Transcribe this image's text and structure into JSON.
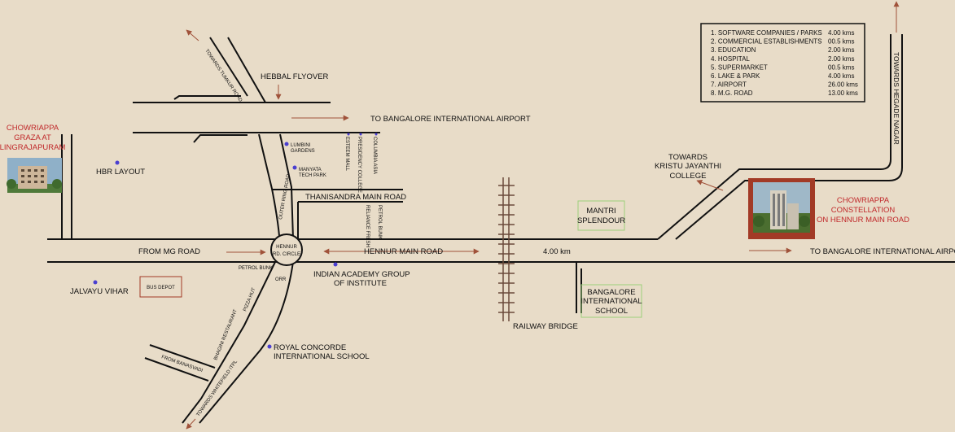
{
  "labels": {
    "hebbal_flyover": "HEBBAL FLYOVER",
    "towards_tumkur_road": "TOWARDS TUMKUR ROAD",
    "to_bangalore_airport_top": "TO BANGALORE INTERNATIONAL AIRPORT",
    "to_bangalore_airport_right": "TO BANGALORE INTERNATIONAL AIRPORT",
    "lumbini_gardens_1": "LUMBINI",
    "lumbini_gardens_2": "GARDENS",
    "manyata_1": "MANYATA",
    "manyata_2": "TECH PARK",
    "esteem_mall": "ESTEEM MALL",
    "presidency_college": "PRESIDENCY COLLEGE",
    "columbia_asia": "COLUMBIA ASIA",
    "thanisandra_main_road": "THANISANDRA MAIN ROAD",
    "outer_ring_road": "OUTER RING ROAD",
    "reliance_fresh": "RELIANCE FRESH",
    "petrol_bunk_top": "PETROL BUNK",
    "hbr_layout": "HBR LAYOUT",
    "from_mg_road": "FROM MG ROAD",
    "hennur_circle_1": "HENNUR",
    "hennur_circle_2": "RD. CIRCLE",
    "hennur_main_road": "HENNUR MAIN ROAD",
    "distance": "4.00 km",
    "petrol_bunk_bottom": "PETROL BUNK",
    "orr": "ORR",
    "indian_academy_1": "INDIAN ACADEMY GROUP",
    "indian_academy_2": "OF INSTITUTE",
    "jalvayu_vihar": "JALVAYU VIHAR",
    "bus_depot": "BUS DEPOT",
    "pizza_hut": "PIZZA HUT",
    "bhagini_restaurant": "BHAGINI RESTAURANT",
    "royal_concorde_1": "ROYAL CONCORDE",
    "royal_concorde_2": "INTERNATIONAL SCHOOL",
    "from_banasvadi": "FROM BANASVADI",
    "towards_whitefield": "TOWARDS WHITEFIELD ITPL",
    "railway_bridge": "RAILWAY BRIDGE",
    "mantri_1": "MANTRI",
    "mantri_2": "SPLENDOUR",
    "bis_1": "BANGALORE",
    "bis_2": "INTERNATIONAL",
    "bis_3": "SCHOOL",
    "kristu_1": "TOWARDS",
    "kristu_2": "KRISTU JAYANTHI",
    "kristu_3": "COLLEGE",
    "hegade_nagar": "TOWARDS HEGADE NAGAR",
    "chowriappa_graza_1": "CHOWRIAPPA",
    "chowriappa_graza_2": "GRAZA AT",
    "chowriappa_graza_3": "LINGRAJAPURAM",
    "constellation_1": "CHOWRIAPPA",
    "constellation_2": "CONSTELLATION",
    "constellation_3": "ON HENNUR MAIN ROAD"
  },
  "distances": [
    {
      "name": "1. SOFTWARE COMPANIES / PARKS",
      "value": "4.00 kms"
    },
    {
      "name": "2. COMMERCIAL ESTABLISHMENTS",
      "value": "00.5 kms"
    },
    {
      "name": "3. EDUCATION",
      "value": "2.00 kms"
    },
    {
      "name": "4. HOSPITAL",
      "value": "2.00 kms"
    },
    {
      "name": "5. SUPERMARKET",
      "value": "00.5 kms"
    },
    {
      "name": "6. LAKE & PARK",
      "value": "4.00 kms"
    },
    {
      "name": "7. AIRPORT",
      "value": "26.00 kms"
    },
    {
      "name": "8. M.G. ROAD",
      "value": "13.00 kms"
    }
  ],
  "colors": {
    "background": "#e8dcc8",
    "road": "#111111",
    "arrow": "#a0523a",
    "marker": "#4a3fd0",
    "highlight_label": "#c0282a",
    "box_green": "#9cd07a",
    "property_frame": "#a23a26"
  }
}
